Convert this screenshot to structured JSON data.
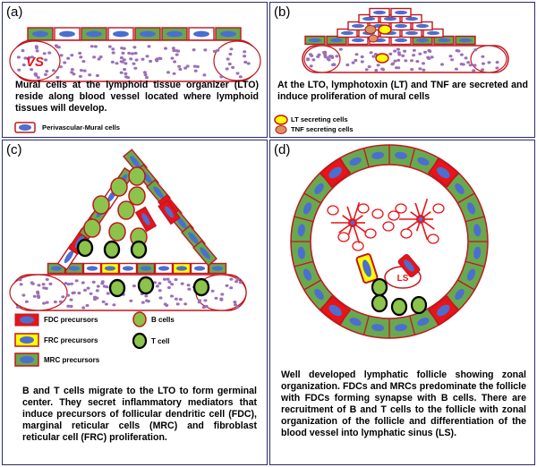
{
  "panels": {
    "a": {
      "label": "(a)",
      "vessel_label": "VS",
      "text": "Mural cells at the lymphoid tissue organizer (LTO) reside along blood vessel located where lymphoid tissues will develop.",
      "legend": "Perivascular-Mural cells"
    },
    "b": {
      "label": "(b)",
      "text": "At the LTO, lymphotoxin (LT) and TNF are secreted and induce proliferation of mural cells",
      "legend_lt": "LT secreting cells",
      "legend_tnf": "TNF secreting cells"
    },
    "c": {
      "label": "(c)",
      "text": "B and T cells migrate to the LTO to form germinal center. They secret inflammatory mediators that induce precursors of follicular dendritic cell (FDC), marginal reticular cells (MRC) and fibroblast reticular cell (FRC) proliferation.",
      "legend_fdc": "FDC precursors",
      "legend_frc": "FRC precursors",
      "legend_mrc": "MRC precursors",
      "legend_b": "B cells",
      "legend_t": "T cell"
    },
    "d": {
      "label": "(d)",
      "sinus_label": "LS",
      "text": "Well developed lymphatic follicle showing zonal organization. FDCs and MRCs predominate the follicle with FDCs forming synapse with B cells. There are recruitment of B and T cells to the follicle with zonal organization of the follicle and differentiation of the blood vessel into lymphatic sinus (LS)."
    }
  },
  "colors": {
    "mural_fill": "#ffffff",
    "mrc_fill": "#6aa84f",
    "fdc_fill": "#e8141a",
    "frc_fill": "#ffff00",
    "nucleus": "#4a6fd0",
    "b_cell": "#8cc34a",
    "t_ring": "#000000",
    "outline": "#c0171e",
    "rbc": "#9b6fb7"
  }
}
